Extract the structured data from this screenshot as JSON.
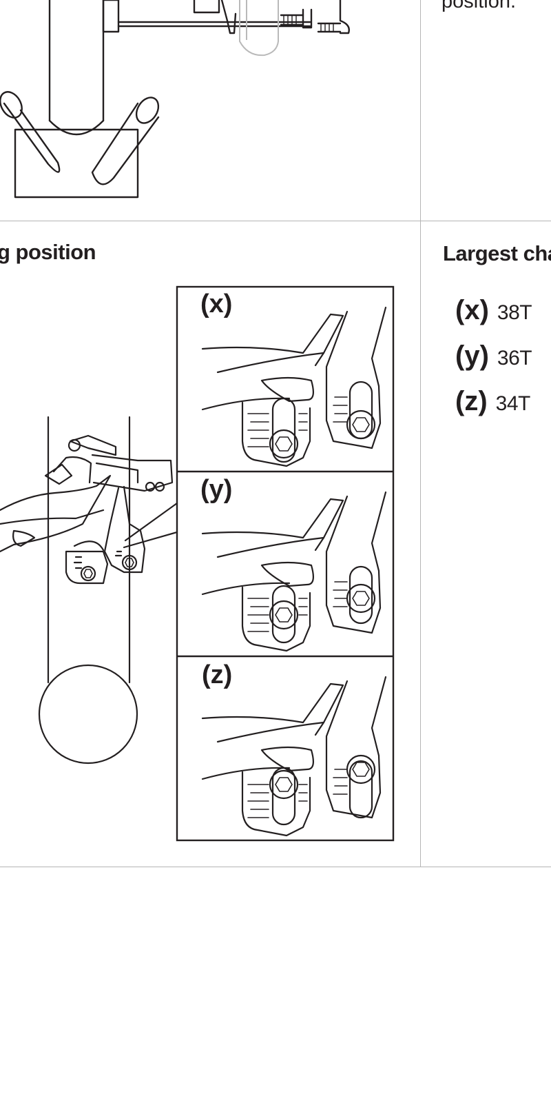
{
  "page": {
    "top_right_text": "position.",
    "section_left_heading": "g position",
    "section_right_heading": "Largest cha",
    "insets": [
      {
        "label": "(x)"
      },
      {
        "label": "(y)"
      },
      {
        "label": "(z)"
      }
    ],
    "chainring_list": [
      {
        "letter": "(x)",
        "value": "38T"
      },
      {
        "letter": "(y)",
        "value": "36T"
      },
      {
        "letter": "(z)",
        "value": "34T"
      }
    ]
  }
}
